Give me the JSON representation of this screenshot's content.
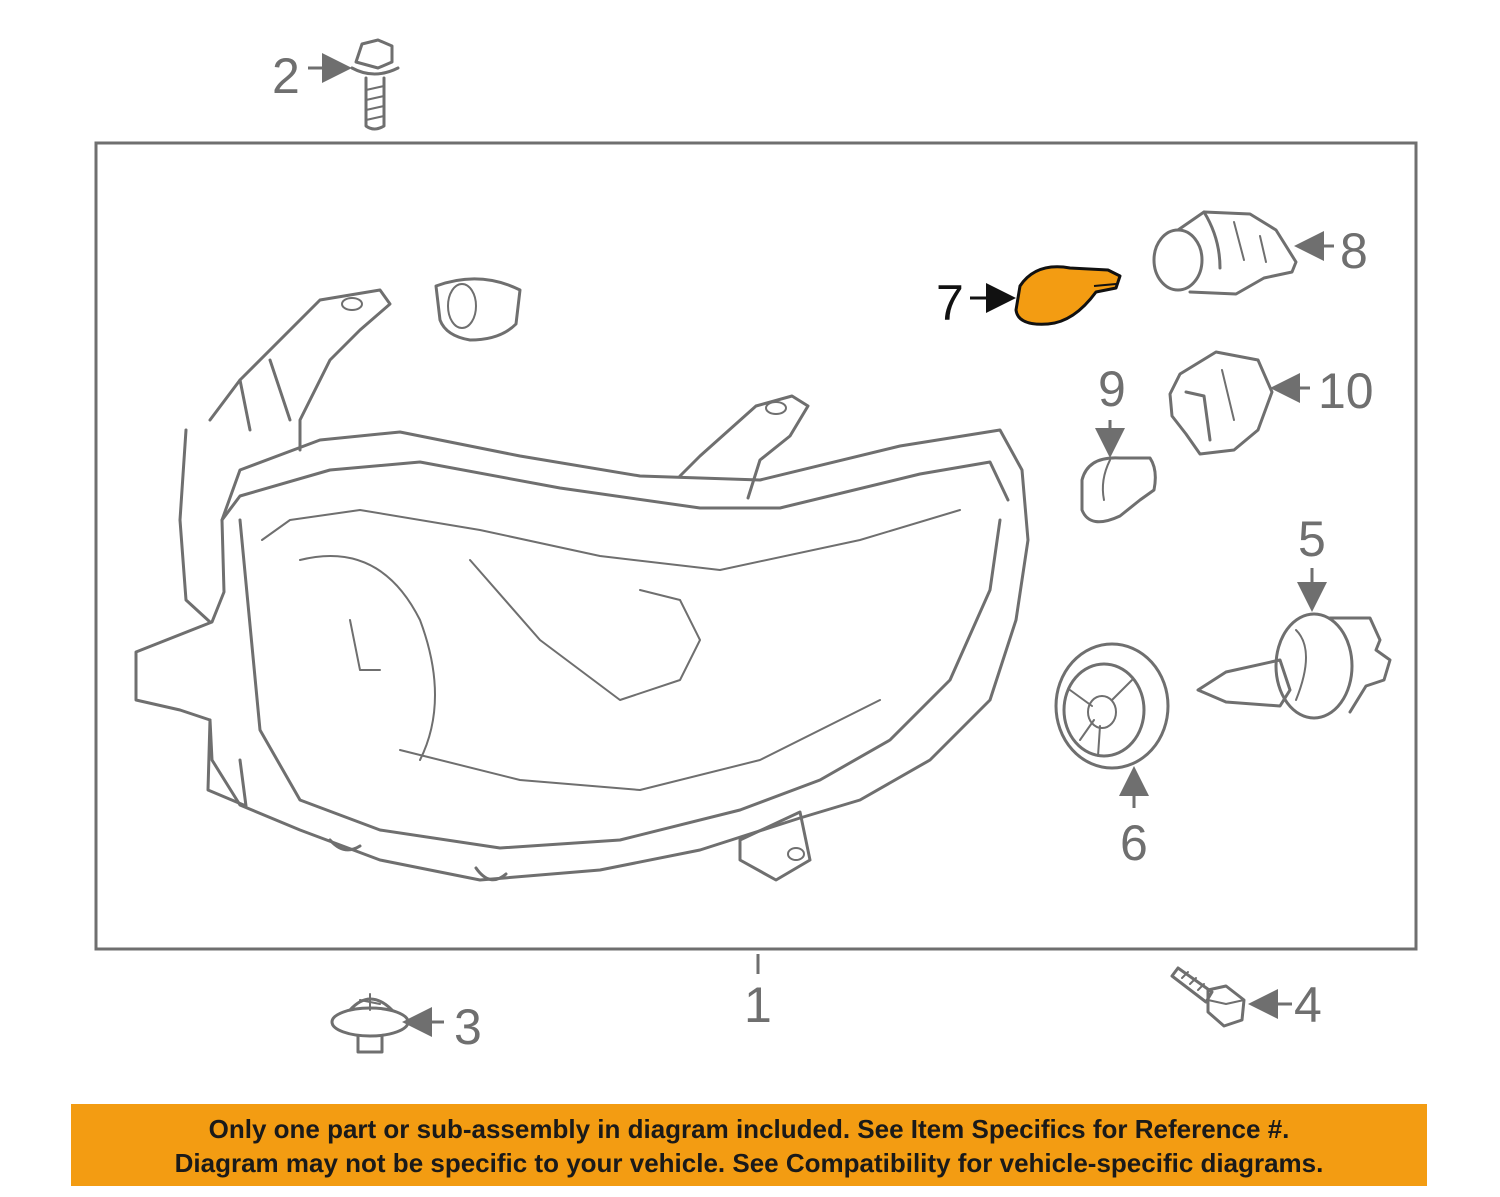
{
  "diagram": {
    "callouts": {
      "c1": "1",
      "c2": "2",
      "c3": "3",
      "c4": "4",
      "c5": "5",
      "c6": "6",
      "c7": "7",
      "c8": "8",
      "c9": "9",
      "c10": "10"
    },
    "highlighted_part": "7",
    "colors": {
      "highlight": "#f39c12",
      "line_art": "#6f6f6f",
      "banner": "#f39c12"
    }
  },
  "notice": {
    "line1": "Only one part or sub-assembly in diagram included. See Item Specifics for Reference #.",
    "line2": "Diagram may not be specific to your vehicle. See Compatibility for vehicle-specific diagrams."
  }
}
